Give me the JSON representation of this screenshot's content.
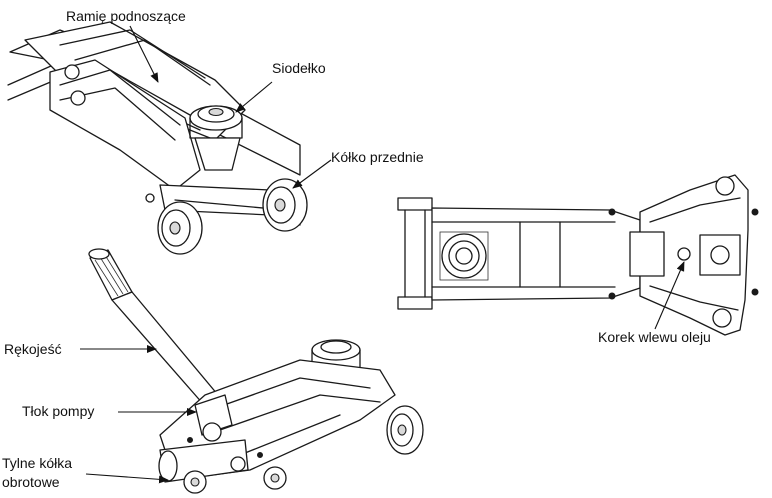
{
  "labels": {
    "lift_arm": "Ramię podnoszące",
    "saddle": "Siodełko",
    "front_wheel": "Kółko przednie",
    "handle": "Rękojeść",
    "pump_piston": "Tłok pompy",
    "rear_wheels_line1": "Tylne kółka",
    "rear_wheels_line2": "obrotowe",
    "oil_plug": "Korek wlewu oleju"
  }
}
